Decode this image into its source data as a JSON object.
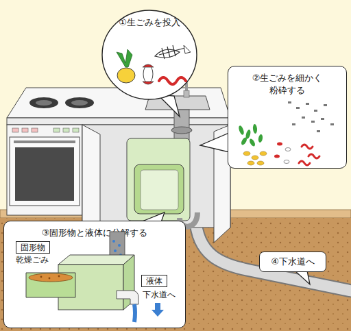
{
  "diagram": {
    "nodes": [
      {
        "text": [
          "①生ごみを投入"
        ]
      },
      {
        "text": [
          "②生ごみを細かく 粉砕する"
        ]
      },
      {
        "text": [
          "③固形物と液体に分解する"
        ]
      },
      {
        "text": [
          "固形物"
        ],
        "in": 2
      },
      {
        "text": [
          "液体"
        ],
        "in": 2
      },
      {
        "text": [
          "④下水道へ"
        ]
      }
    ],
    "labels": [
      "乾燥ごみ",
      "下水道へ"
    ]
  }
}
